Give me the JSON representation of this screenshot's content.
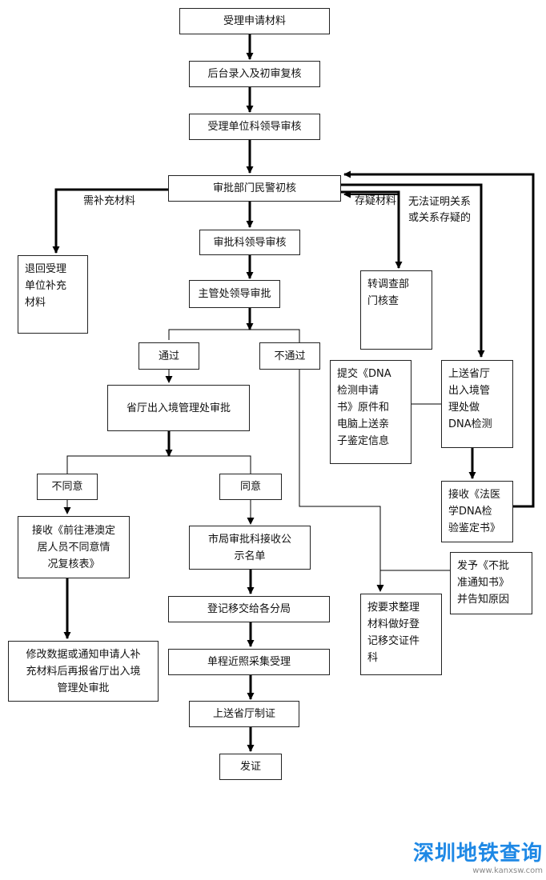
{
  "flowchart": {
    "steps": {
      "accept": "受理申请材料",
      "entry": "后台录入及初审复核",
      "unit_review": "受理单位科领导审核",
      "police_review": "审批部门民警初核",
      "section_review": "审批科领导审核",
      "chief_review": "主管处领导审批",
      "pass": "通过",
      "fail": "不通过",
      "province_review": "省厅出入境管理处审批",
      "disagree": "不同意",
      "agree": "同意",
      "receive_review_form": "接收《前往港澳定\n居人员不同意情\n况复核表》",
      "modify_resubmit": "修改数据或通知申请人补\n充材料后再报省厅出入境\n管理处审批",
      "city_publish": "市局审批科接收公\n示名单",
      "register_transfer": "登记移交给各分局",
      "photo_collect": "单程近照采集受理",
      "submit_province": "上送省厅制证",
      "issue": "发证",
      "return_supplement": "退回受理\n单位补充\n材料",
      "transfer_investigation": "转调查部\n门核查",
      "submit_dna_app": "提交《DNA\n检测申请\n书》原件和\n电脑上送亲\n子鉴定信息",
      "province_dna": "上送省厅\n出入境管\n理处做\nDNA检测",
      "receive_dna_cert": "接收《法医\n学DNA检\n验鉴定书》",
      "issue_reject": "发予《不批\n准通知书》\n并告知原因",
      "organize_materials": "按要求整理\n材料做好登\n记移交证件\n科"
    },
    "edge_labels": {
      "need_supplement": "需补充材料",
      "doubtful_materials": "存疑材料",
      "cannot_prove": "无法证明关系\n或关系存疑的"
    }
  },
  "watermark": {
    "title": "深圳地铁查询",
    "url": "www.kanxsw.com",
    "color": "#1e88e5"
  }
}
